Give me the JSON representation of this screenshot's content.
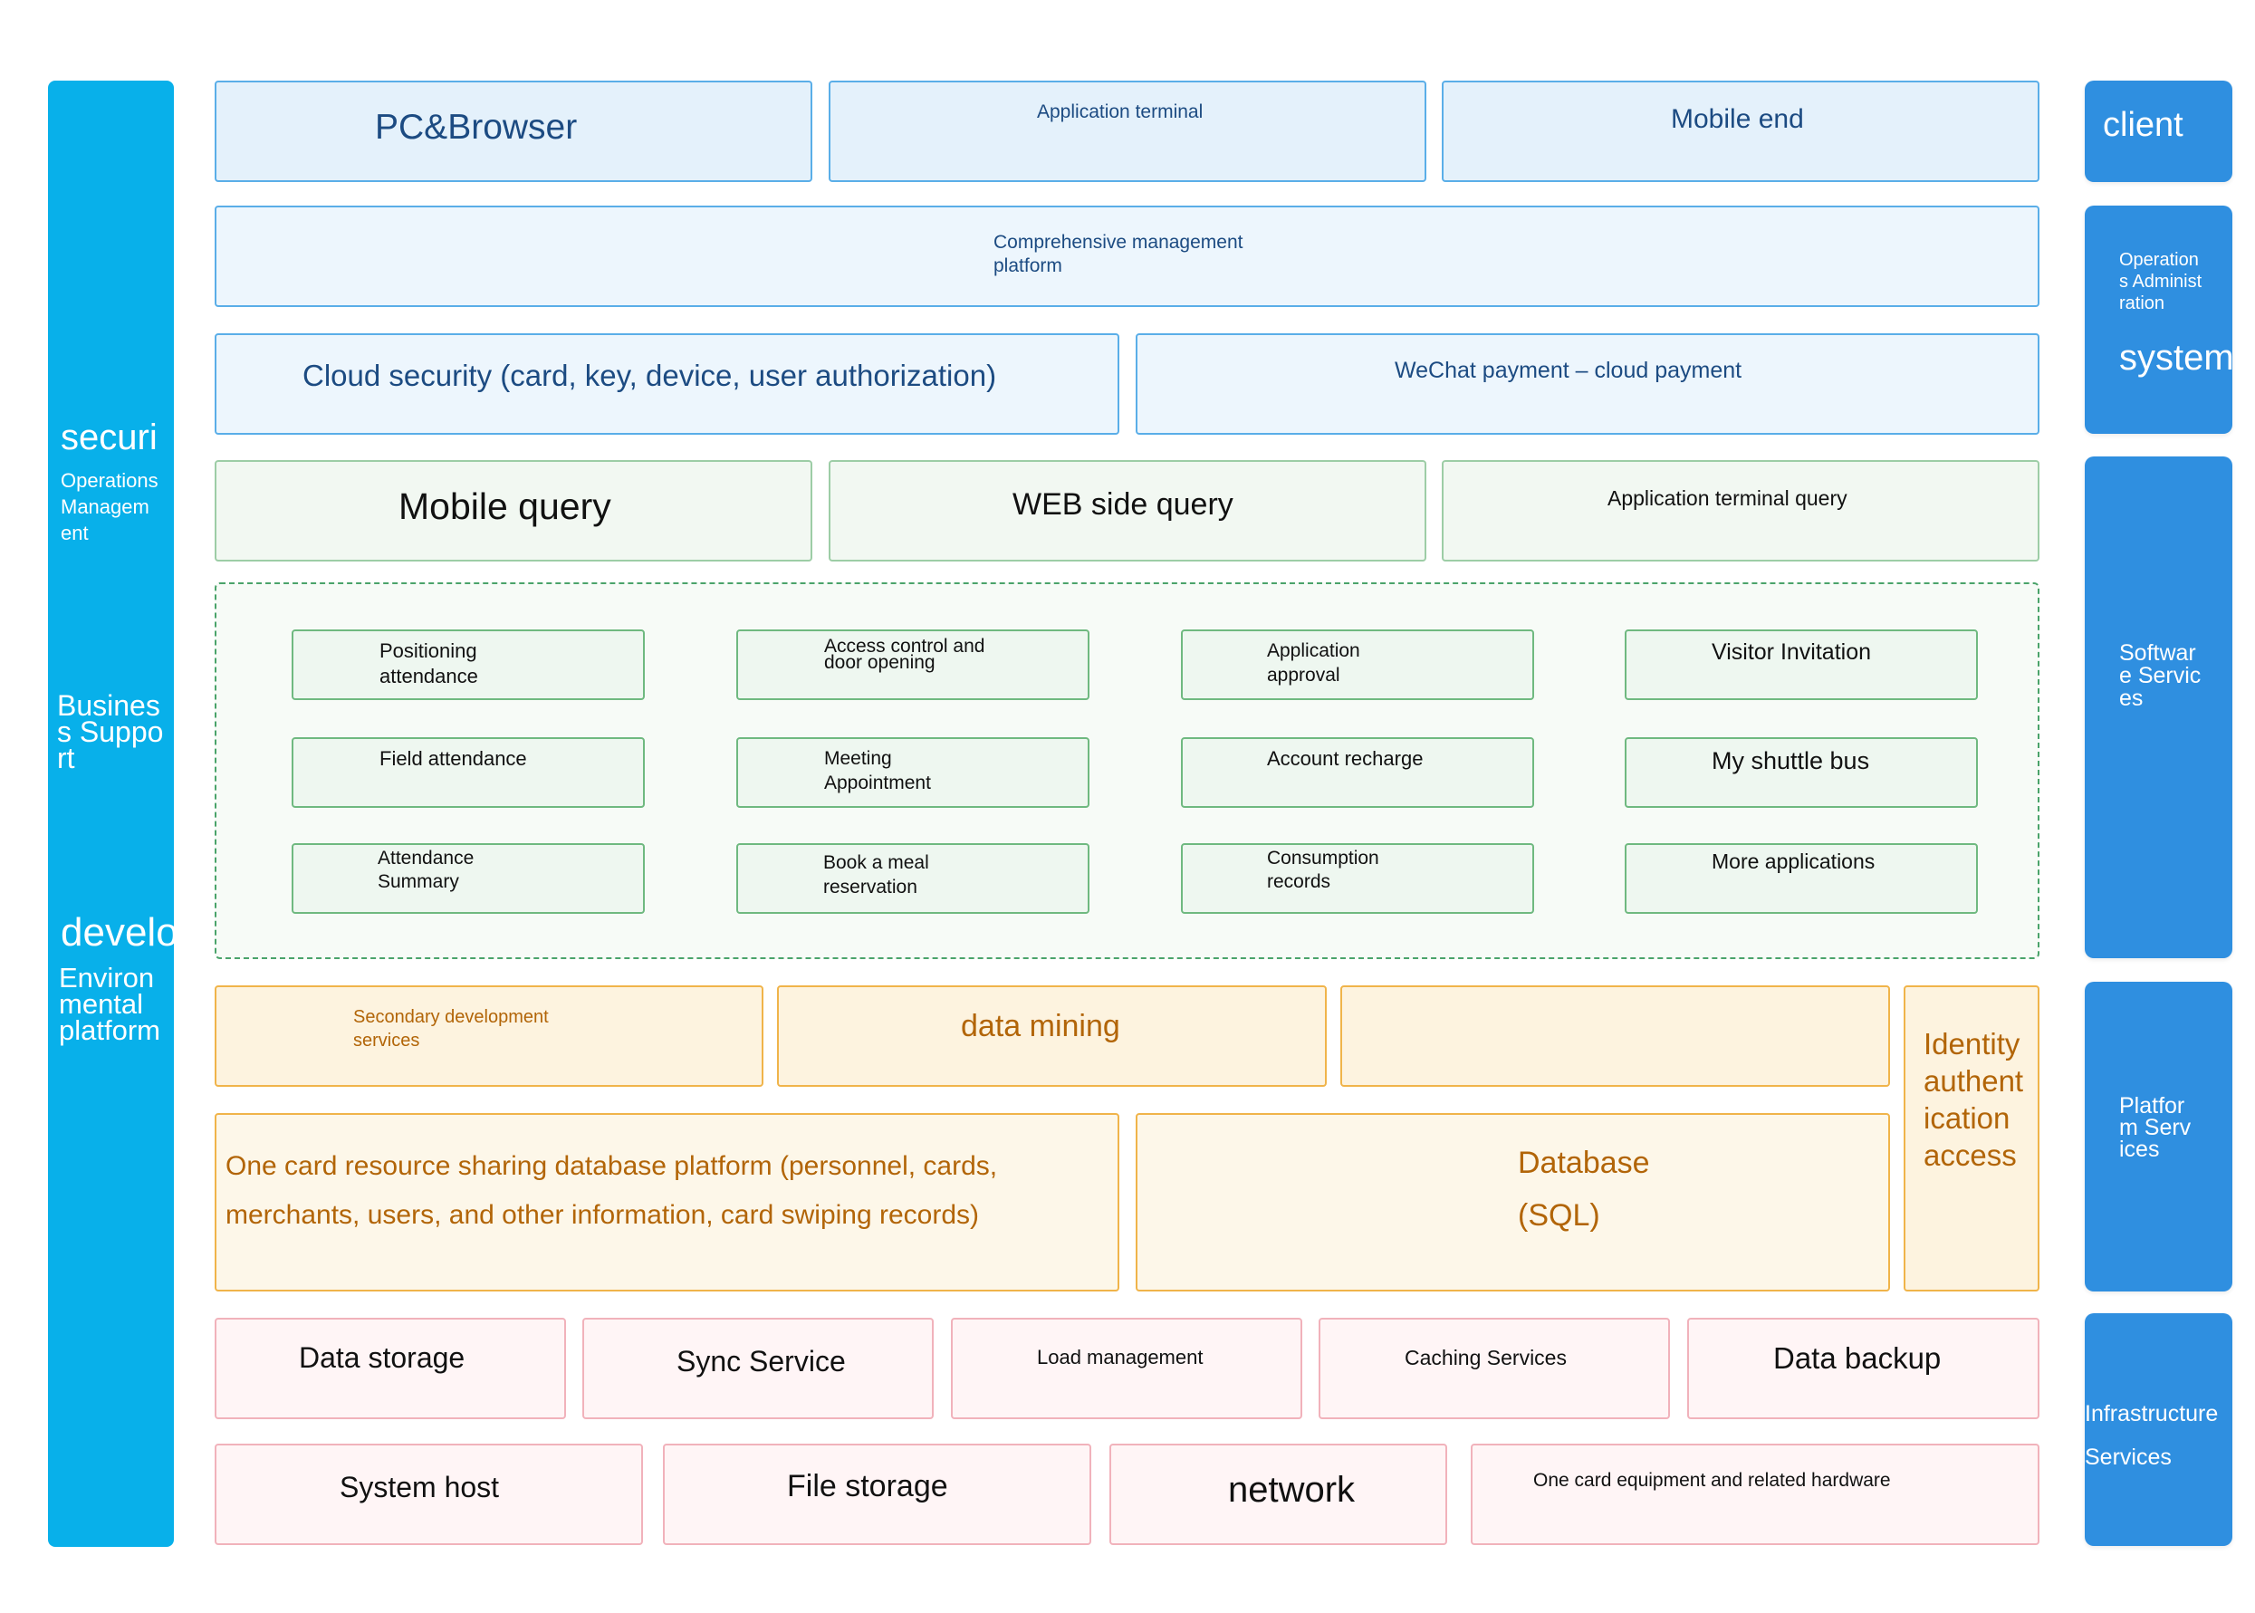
{
  "left_bar": {
    "security": "securi",
    "operations": "Operations Management",
    "business": "Business Support",
    "develop": "develo",
    "environmental": "Environmental platform"
  },
  "right_bar": {
    "client": "client",
    "ops_admin": "Operations Administration",
    "system": "system",
    "software": "Software Services",
    "platform": "Platform Services",
    "infrastructure": "Infrastructure Services"
  },
  "client_layer": {
    "pc": "PC&Browser",
    "app_terminal": "Application terminal",
    "mobile": "Mobile end"
  },
  "management": {
    "platform": "Comprehensive management platform",
    "cloud_security": "Cloud security (card, key, device, user authorization)",
    "wechat": "WeChat payment – cloud payment"
  },
  "query": {
    "mobile": "Mobile query",
    "web": "WEB side query",
    "app_terminal": "Application terminal query"
  },
  "apps": {
    "positioning": "Positioning attendance",
    "access": "Access control and door opening",
    "approval": "Application approval",
    "visitor": "Visitor Invitation",
    "field": "Field attendance",
    "meeting": "Meeting Appointment",
    "recharge": "Account recharge",
    "shuttle": "My shuttle bus",
    "summary": "Attendance Summary",
    "meal": "Book a meal reservation",
    "consumption": "Consumption records",
    "more": "More applications"
  },
  "platform_services": {
    "secondary": "Secondary development services",
    "mining": "data mining",
    "identity": "Identity authentication access",
    "sharing_line1": "One card resource sharing database platform (personnel, cards,",
    "sharing_line2": "merchants, users, and other information, card swiping records)",
    "database_line1": "Database",
    "database_line2": "(SQL)"
  },
  "infrastructure": {
    "data_storage": "Data storage",
    "sync": "Sync Service",
    "load": "Load management",
    "caching": "Caching Services",
    "backup": "Data backup",
    "host": "System host",
    "file": "File storage",
    "network": "network",
    "hardware": "One card equipment and related hardware"
  },
  "colors": {
    "left_bar": "#08b0ea",
    "right_bar": "#2f8fe0",
    "client_fill": "#e4f1fb",
    "query_fill": "#f2f8f2",
    "platform_fill": "#fdf3df",
    "infra_fill": "#fff5f6"
  }
}
